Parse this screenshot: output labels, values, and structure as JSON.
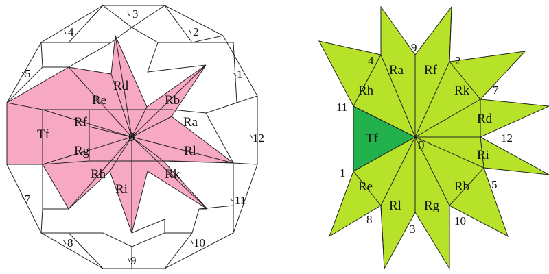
{
  "colors": {
    "background": "#ffffff",
    "line": "#222222",
    "pink_region": "#f7a8c3",
    "lime_region": "#b7e22a",
    "green_region": "#22b14c"
  },
  "left_figure": {
    "center_label": "0",
    "region_labels": [
      "Rd",
      "Re",
      "Rb",
      "Rf",
      "Ra",
      "Tf",
      "Rg",
      "Rl",
      "Rh",
      "Rk",
      "Ri"
    ],
    "vertex_labels": [
      "3",
      "4",
      "2",
      "5",
      "1",
      "12",
      "7",
      "11",
      "8",
      "10",
      "9"
    ]
  },
  "right_figure": {
    "center_label": "0",
    "region_labels": [
      "Ra",
      "Rf",
      "Rh",
      "Rk",
      "Tf",
      "Rd",
      "Ri",
      "Re",
      "Rb",
      "Rl",
      "Rg"
    ],
    "vertex_labels": [
      "9",
      "4",
      "2",
      "7",
      "11",
      "12",
      "1",
      "5",
      "8",
      "10",
      "3"
    ]
  }
}
